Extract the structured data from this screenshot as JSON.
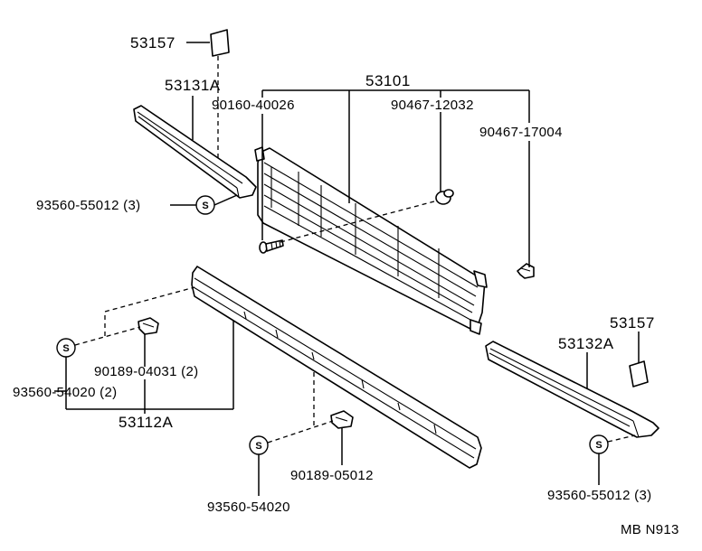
{
  "labels": {
    "p53157_top": "53157",
    "p53131a": "53131A",
    "p53101": "53101",
    "p90160": "90160-40026",
    "p90467_12032": "90467-12032",
    "p90467_17004": "90467-17004",
    "p93560_55012_top": "93560-55012 (3)",
    "p90189_04031": "90189-04031 (2)",
    "p93560_54020_left": "93560-54020 (2)",
    "p53112a": "53112A",
    "p90189_05012": "90189-05012",
    "p93560_54020_bottom": "93560-54020",
    "p53157_right": "53157",
    "p53132a": "53132A",
    "p93560_55012_right": "93560-55012 (3)",
    "diagram_code": "MB N913"
  },
  "screw_symbol": "S"
}
